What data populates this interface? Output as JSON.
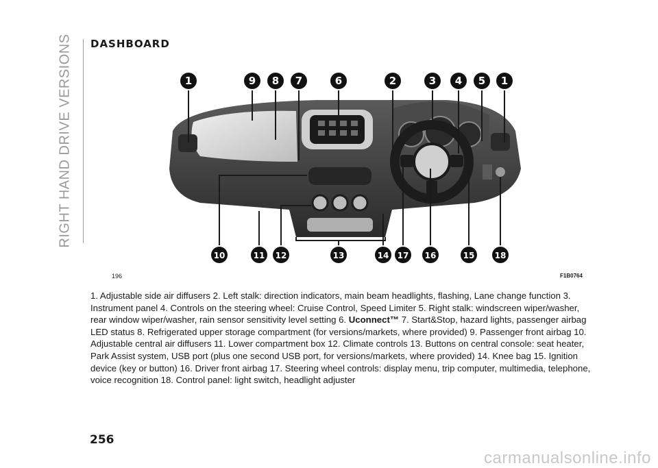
{
  "side_tab": {
    "label": "RIGHT HAND DRIVE VERSIONS"
  },
  "section": {
    "title": "DASHBOARD"
  },
  "figure": {
    "number": "196",
    "code": "F1B0764",
    "callouts_top": [
      "1",
      "9",
      "8",
      "7",
      "6",
      "2",
      "3",
      "4",
      "5",
      "1"
    ],
    "callouts_bottom": [
      "10",
      "11",
      "12",
      "13",
      "14",
      "17",
      "16",
      "15",
      "18"
    ]
  },
  "caption": {
    "part1": "1. Adjustable side air diffusers 2. Left stalk: direction indicators, main beam headlights, flashing, Lane change function 3. Instrument panel 4. Controls on the steering wheel: Cruise Control, Speed Limiter 5. Right stalk: windscreen wiper/washer, rear window wiper/washer, rain sensor sensitivity level setting 6.",
    "brand": "Uconnect™",
    "part2": "7. Start&Stop, hazard lights, passenger airbag LED status 8. Refrigerated upper storage compartment (for versions/markets, where provided) 9. Passenger front airbag 10. Adjustable central air diffusers 11. Lower compartment box 12. Climate controls 13. Buttons on central console: seat heater, Park Assist system, USB port (plus one second USB port, for versions/markets, where provided) 14. Knee bag 15. Ignition device (key or button) 16. Driver front airbag 17. Steering wheel controls: display menu, trip computer, multimedia, telephone, voice recognition 18. Control panel: light switch, headlight adjuster"
  },
  "page": {
    "number": "256"
  },
  "watermark": {
    "text": "carmanualsonline.info"
  },
  "colors": {
    "side_tab": "#9a9a9a",
    "callout": "#111111",
    "dash": "#3d3d3d",
    "panel": "#d8d8d8"
  }
}
